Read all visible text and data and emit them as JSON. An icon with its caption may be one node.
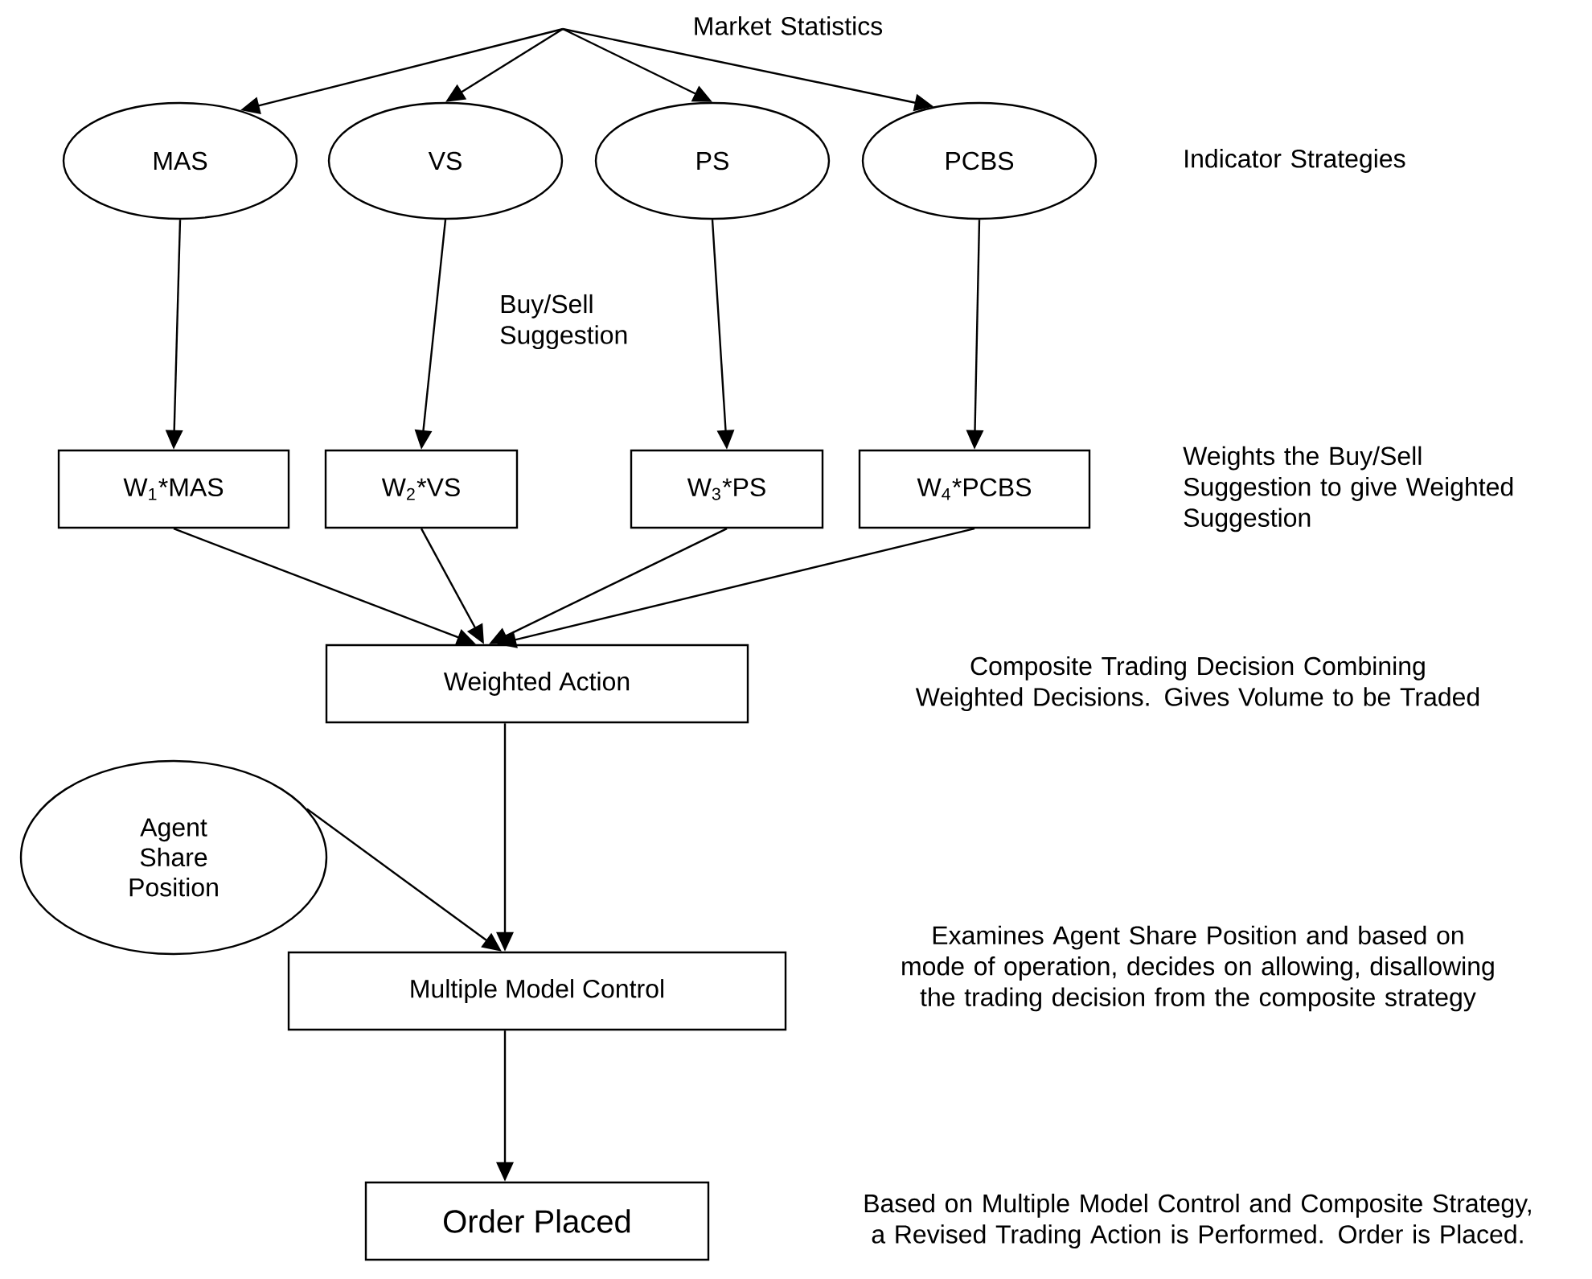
{
  "diagram": {
    "nodes": [
      {
        "text": [
          "MAS"
        ]
      },
      {
        "text": [
          "VS"
        ]
      },
      {
        "text": [
          "PS"
        ]
      },
      {
        "text": [
          "PCBS"
        ]
      },
      {
        "text": [
          "W$_{1}$*MAS"
        ]
      },
      {
        "text": [
          "W$_{2}$*VS"
        ]
      },
      {
        "text": [
          "W$_{3}$*PS"
        ]
      },
      {
        "text": [
          "W$_{4}$*PCBS"
        ]
      },
      {
        "text": [
          "Weighted Action"
        ]
      },
      {
        "text": [
          "Agent Share Position"
        ]
      },
      {
        "text": [
          "Multiple Model Control"
        ]
      },
      {
        "text": [
          "Order Placed"
        ]
      }
    ],
    "edges": [
      {
        "from": null,
        "to": 0,
        "arrow": "to"
      },
      {
        "from": null,
        "to": 1,
        "arrow": "to"
      },
      {
        "from": null,
        "to": 2,
        "arrow": "to"
      },
      {
        "from": null,
        "to": 3,
        "arrow": "to"
      },
      {
        "from": 0,
        "to": 4,
        "arrow": "to"
      },
      {
        "from": 1,
        "to": 5,
        "arrow": "to"
      },
      {
        "from": 2,
        "to": 6,
        "arrow": "to"
      },
      {
        "from": 3,
        "to": 7,
        "arrow": "to"
      },
      {
        "from": 4,
        "to": 8,
        "arrow": "to"
      },
      {
        "from": 5,
        "to": 8,
        "arrow": "to"
      },
      {
        "from": 6,
        "to": 8,
        "arrow": "to"
      },
      {
        "from": 7,
        "to": 8,
        "arrow": "to"
      },
      {
        "from": 8,
        "to": 10,
        "arrow": "to"
      },
      {
        "from": 9,
        "to": 10,
        "arrow": "to"
      },
      {
        "from": 10,
        "to": 11,
        "arrow": "to"
      }
    ],
    "labels": [
      "Market Statistics",
      "Indicator Strategies",
      "Buy/Sell Suggestion",
      "Weights the Buy/Sell Suggestion to give Weighted Suggestion",
      "Composite Trading Decision Combining Weighted Decisions. Gives Volume to be Traded",
      "Examines Agent Share Position and based on mode of operation, decides on allowing, disallowing the trading decision from the composite strategy",
      "Based on Multiple Model Control and Composite Strategy, a Revised Trading Action is Performed. Order is Placed."
    ]
  }
}
